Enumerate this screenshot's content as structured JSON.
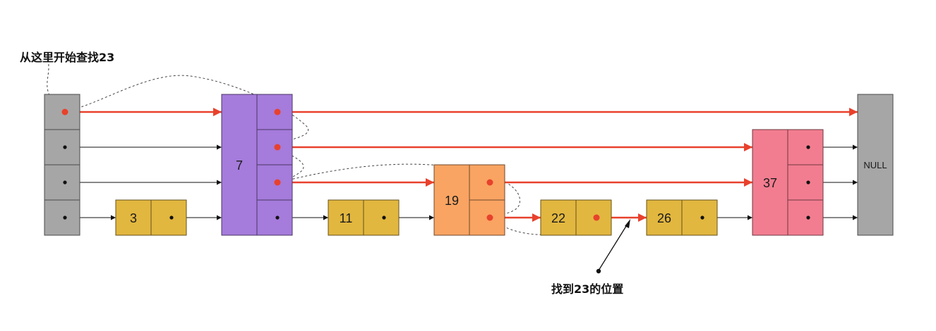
{
  "annotations": {
    "start": "从这里开始查找23",
    "found": "找到23的位置"
  },
  "nodes": [
    {
      "id": "head",
      "label": "",
      "levels": 4,
      "color": "#a6a6a6"
    },
    {
      "id": "n3",
      "label": "3",
      "levels": 1,
      "color": "#e2b73f"
    },
    {
      "id": "n7",
      "label": "7",
      "levels": 4,
      "color": "#a57bdb"
    },
    {
      "id": "n11",
      "label": "11",
      "levels": 1,
      "color": "#e2b73f"
    },
    {
      "id": "n19",
      "label": "19",
      "levels": 2,
      "color": "#f9a462"
    },
    {
      "id": "n22",
      "label": "22",
      "levels": 1,
      "color": "#e2b73f"
    },
    {
      "id": "n26",
      "label": "26",
      "levels": 1,
      "color": "#e2b73f"
    },
    {
      "id": "n37",
      "label": "37",
      "levels": 3,
      "color": "#f27d90"
    },
    {
      "id": "null",
      "label": "NULL",
      "levels": 4,
      "color": "#a6a6a6"
    }
  ],
  "links": [
    {
      "from": "head",
      "to": "n7",
      "level": 4,
      "search_path": true
    },
    {
      "from": "head",
      "to": "n7",
      "level": 3,
      "search_path": false
    },
    {
      "from": "head",
      "to": "n7",
      "level": 2,
      "search_path": false
    },
    {
      "from": "head",
      "to": "n3",
      "level": 1,
      "search_path": false
    },
    {
      "from": "n3",
      "to": "n7",
      "level": 1,
      "search_path": false
    },
    {
      "from": "n7",
      "to": "null",
      "level": 4,
      "search_path": true
    },
    {
      "from": "n7",
      "to": "n37",
      "level": 3,
      "search_path": true
    },
    {
      "from": "n7",
      "to": "n19",
      "level": 2,
      "search_path": true
    },
    {
      "from": "n7",
      "to": "n11",
      "level": 1,
      "search_path": false
    },
    {
      "from": "n11",
      "to": "n19",
      "level": 1,
      "search_path": false
    },
    {
      "from": "n19",
      "to": "n37",
      "level": 2,
      "search_path": true
    },
    {
      "from": "n19",
      "to": "n22",
      "level": 1,
      "search_path": true
    },
    {
      "from": "n22",
      "to": "n26",
      "level": 1,
      "search_path": true
    },
    {
      "from": "n26",
      "to": "n37",
      "level": 1,
      "search_path": false
    },
    {
      "from": "n37",
      "to": "null",
      "level": 3,
      "search_path": false
    },
    {
      "from": "n37",
      "to": "null",
      "level": 2,
      "search_path": false
    },
    {
      "from": "n37",
      "to": "null",
      "level": 1,
      "search_path": false
    }
  ],
  "colors": {
    "search_path": "#e8412c",
    "normal_link": "#111111",
    "trace": "#444444"
  }
}
